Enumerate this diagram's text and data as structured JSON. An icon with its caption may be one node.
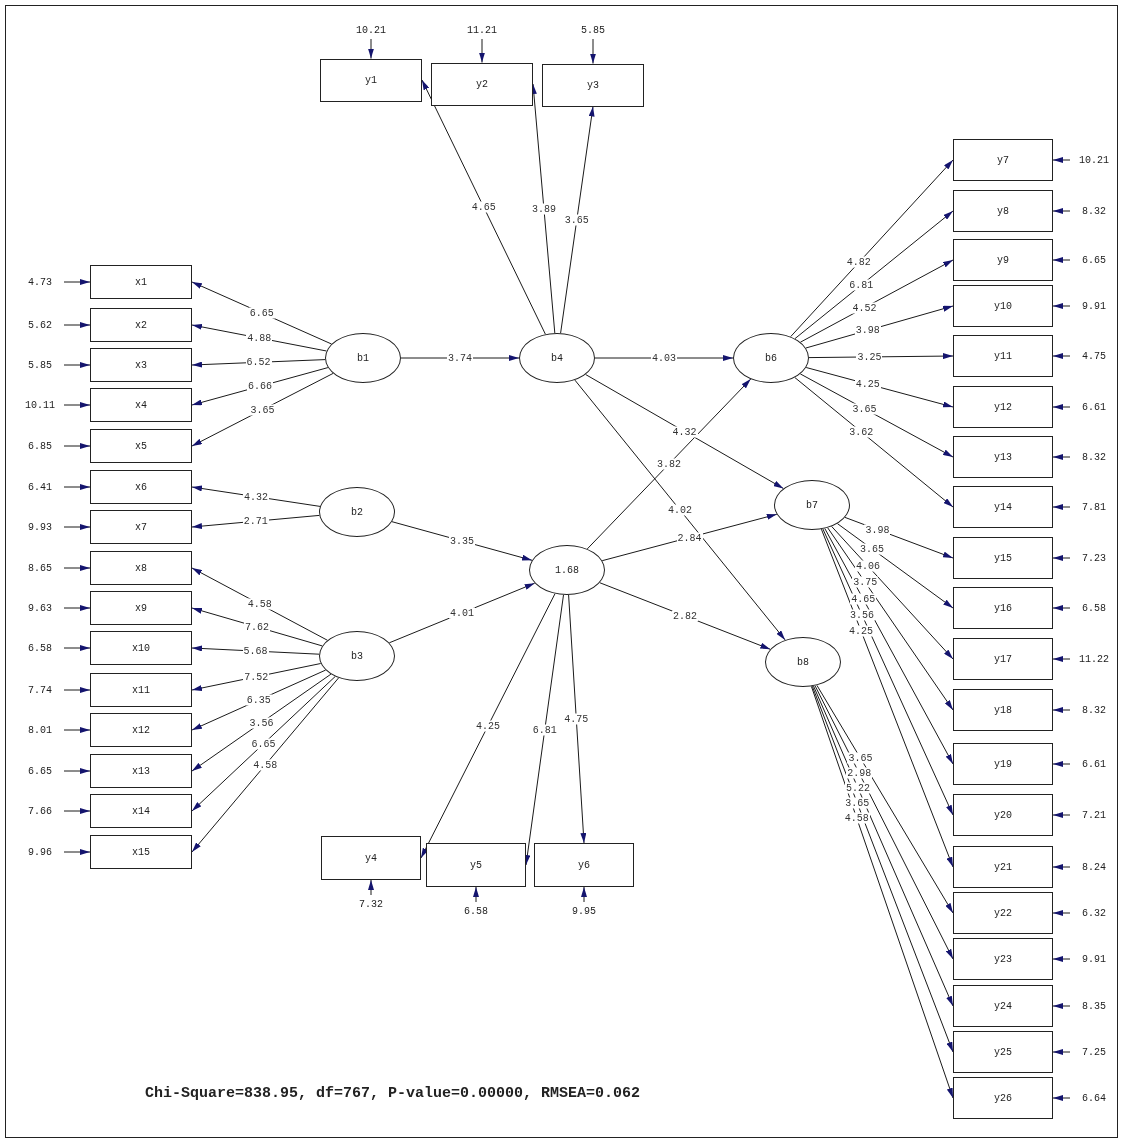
{
  "diagram": {
    "caption": "Chi-Square=838.95, df=767, P-value=0.00000, RMSEA=0.062",
    "nodes": [
      {
        "text": [
          "b1"
        ]
      },
      {
        "text": [
          "b2"
        ]
      },
      {
        "text": [
          "b3"
        ]
      },
      {
        "text": [
          "b4"
        ]
      },
      {
        "text": [
          "1.68"
        ]
      },
      {
        "text": [
          "b6"
        ]
      },
      {
        "text": [
          "b7"
        ]
      },
      {
        "text": [
          "b8"
        ]
      },
      {
        "text": [
          "x1"
        ]
      },
      {
        "text": [
          "x2"
        ]
      },
      {
        "text": [
          "x3"
        ]
      },
      {
        "text": [
          "x4"
        ]
      },
      {
        "text": [
          "x5"
        ]
      },
      {
        "text": [
          "x6"
        ]
      },
      {
        "text": [
          "x7"
        ]
      },
      {
        "text": [
          "x8"
        ]
      },
      {
        "text": [
          "x9"
        ]
      },
      {
        "text": [
          "x10"
        ]
      },
      {
        "text": [
          "x11"
        ]
      },
      {
        "text": [
          "x12"
        ]
      },
      {
        "text": [
          "x13"
        ]
      },
      {
        "text": [
          "x14"
        ]
      },
      {
        "text": [
          "x15"
        ]
      },
      {
        "text": [
          "y1"
        ]
      },
      {
        "text": [
          "y2"
        ]
      },
      {
        "text": [
          "y3"
        ]
      },
      {
        "text": [
          "y4"
        ]
      },
      {
        "text": [
          "y5"
        ]
      },
      {
        "text": [
          "y6"
        ]
      },
      {
        "text": [
          "y7"
        ]
      },
      {
        "text": [
          "y8"
        ]
      },
      {
        "text": [
          "y9"
        ]
      },
      {
        "text": [
          "y10"
        ]
      },
      {
        "text": [
          "y11"
        ]
      },
      {
        "text": [
          "y12"
        ]
      },
      {
        "text": [
          "y13"
        ]
      },
      {
        "text": [
          "y14"
        ]
      },
      {
        "text": [
          "y15"
        ]
      },
      {
        "text": [
          "y16"
        ]
      },
      {
        "text": [
          "y17"
        ]
      },
      {
        "text": [
          "y18"
        ]
      },
      {
        "text": [
          "y19"
        ]
      },
      {
        "text": [
          "y20"
        ]
      },
      {
        "text": [
          "y21"
        ]
      },
      {
        "text": [
          "y22"
        ]
      },
      {
        "text": [
          "y23"
        ]
      },
      {
        "text": [
          "y24"
        ]
      },
      {
        "text": [
          "y25"
        ]
      },
      {
        "text": [
          "y26"
        ]
      },
      {
        "text": [
          "4.73"
        ]
      },
      {
        "text": [
          "5.62"
        ]
      },
      {
        "text": [
          "5.85"
        ]
      },
      {
        "text": [
          "10.11"
        ]
      },
      {
        "text": [
          "6.85"
        ]
      },
      {
        "text": [
          "6.41"
        ]
      },
      {
        "text": [
          "9.93"
        ]
      },
      {
        "text": [
          "8.65"
        ]
      },
      {
        "text": [
          "9.63"
        ]
      },
      {
        "text": [
          "6.58"
        ]
      },
      {
        "text": [
          "7.74"
        ]
      },
      {
        "text": [
          "8.01"
        ]
      },
      {
        "text": [
          "6.65"
        ]
      },
      {
        "text": [
          "7.66"
        ]
      },
      {
        "text": [
          "9.96"
        ]
      },
      {
        "text": [
          "10.21"
        ]
      },
      {
        "text": [
          "11.21"
        ]
      },
      {
        "text": [
          "5.85"
        ]
      },
      {
        "text": [
          "7.32"
        ]
      },
      {
        "text": [
          "6.58"
        ]
      },
      {
        "text": [
          "9.95"
        ]
      },
      {
        "text": [
          "10.21"
        ]
      },
      {
        "text": [
          "8.32"
        ]
      },
      {
        "text": [
          "6.65"
        ]
      },
      {
        "text": [
          "9.91"
        ]
      },
      {
        "text": [
          "4.75"
        ]
      },
      {
        "text": [
          "6.61"
        ]
      },
      {
        "text": [
          "8.32"
        ]
      },
      {
        "text": [
          "7.81"
        ]
      },
      {
        "text": [
          "7.23"
        ]
      },
      {
        "text": [
          "6.58"
        ]
      },
      {
        "text": [
          "11.22"
        ]
      },
      {
        "text": [
          "8.32"
        ]
      },
      {
        "text": [
          "6.61"
        ]
      },
      {
        "text": [
          "7.21"
        ]
      },
      {
        "text": [
          "8.24"
        ]
      },
      {
        "text": [
          "6.32"
        ]
      },
      {
        "text": [
          "9.91"
        ]
      },
      {
        "text": [
          "8.35"
        ]
      },
      {
        "text": [
          "7.25"
        ]
      },
      {
        "text": [
          "6.64"
        ]
      }
    ],
    "edges": [
      {
        "from": 0,
        "to": 3,
        "arrow": "to",
        "label": "3.74"
      },
      {
        "from": 3,
        "to": 5,
        "arrow": "to",
        "label": "4.03"
      },
      {
        "from": 3,
        "to": 6,
        "arrow": "to",
        "label": "4.32"
      },
      {
        "from": 3,
        "to": 7,
        "arrow": "to",
        "label": "4.02"
      },
      {
        "from": 1,
        "to": 4,
        "arrow": "to",
        "label": "3.35"
      },
      {
        "from": 2,
        "to": 4,
        "arrow": "to",
        "label": "4.01"
      },
      {
        "from": 4,
        "to": 5,
        "arrow": "to",
        "label": "3.82"
      },
      {
        "from": 4,
        "to": 6,
        "arrow": "to",
        "label": "2.84"
      },
      {
        "from": 4,
        "to": 7,
        "arrow": "to",
        "label": "2.82"
      },
      {
        "from": 0,
        "to": 8,
        "arrow": "to",
        "label": "6.65"
      },
      {
        "from": 0,
        "to": 9,
        "arrow": "to",
        "label": "4.88"
      },
      {
        "from": 0,
        "to": 10,
        "arrow": "to",
        "label": "6.52"
      },
      {
        "from": 0,
        "to": 11,
        "arrow": "to",
        "label": "6.66"
      },
      {
        "from": 0,
        "to": 12,
        "arrow": "to",
        "label": "3.65"
      },
      {
        "from": 1,
        "to": 13,
        "arrow": "to",
        "label": "4.32"
      },
      {
        "from": 1,
        "to": 14,
        "arrow": "to",
        "label": "2.71"
      },
      {
        "from": 2,
        "to": 15,
        "arrow": "to",
        "label": "4.58"
      },
      {
        "from": 2,
        "to": 16,
        "arrow": "to",
        "label": "7.62"
      },
      {
        "from": 2,
        "to": 17,
        "arrow": "to",
        "label": "5.68"
      },
      {
        "from": 2,
        "to": 18,
        "arrow": "to",
        "label": "7.52"
      },
      {
        "from": 2,
        "to": 19,
        "arrow": "to",
        "label": "6.35"
      },
      {
        "from": 2,
        "to": 20,
        "arrow": "to",
        "label": "3.56"
      },
      {
        "from": 2,
        "to": 21,
        "arrow": "to",
        "label": "6.65"
      },
      {
        "from": 2,
        "to": 22,
        "arrow": "to",
        "label": "4.58"
      },
      {
        "from": 3,
        "to": 23,
        "arrow": "to",
        "label": "4.65"
      },
      {
        "from": 3,
        "to": 24,
        "arrow": "to",
        "label": "3.89"
      },
      {
        "from": 3,
        "to": 25,
        "arrow": "to",
        "label": "3.65"
      },
      {
        "from": 4,
        "to": 26,
        "arrow": "to",
        "label": "4.25"
      },
      {
        "from": 4,
        "to": 27,
        "arrow": "to",
        "label": "6.81"
      },
      {
        "from": 4,
        "to": 28,
        "arrow": "to",
        "label": "4.75"
      },
      {
        "from": 5,
        "to": 29,
        "arrow": "to",
        "label": "4.82"
      },
      {
        "from": 5,
        "to": 30,
        "arrow": "to",
        "label": "6.81"
      },
      {
        "from": 5,
        "to": 31,
        "arrow": "to",
        "label": "4.52"
      },
      {
        "from": 5,
        "to": 32,
        "arrow": "to",
        "label": "3.98"
      },
      {
        "from": 5,
        "to": 33,
        "arrow": "to",
        "label": "3.25"
      },
      {
        "from": 5,
        "to": 34,
        "arrow": "to",
        "label": "4.25"
      },
      {
        "from": 5,
        "to": 35,
        "arrow": "to",
        "label": "3.65"
      },
      {
        "from": 5,
        "to": 36,
        "arrow": "to",
        "label": "3.62"
      },
      {
        "from": 6,
        "to": 37,
        "arrow": "to",
        "label": "3.98"
      },
      {
        "from": 6,
        "to": 38,
        "arrow": "to",
        "label": "3.65"
      },
      {
        "from": 6,
        "to": 39,
        "arrow": "to",
        "label": "4.06"
      },
      {
        "from": 6,
        "to": 40,
        "arrow": "to",
        "label": "3.75"
      },
      {
        "from": 6,
        "to": 41,
        "arrow": "to",
        "label": "4.65"
      },
      {
        "from": 6,
        "to": 42,
        "arrow": "to",
        "label": "3.56"
      },
      {
        "from": 6,
        "to": 43,
        "arrow": "to",
        "label": "4.25"
      },
      {
        "from": 7,
        "to": 44,
        "arrow": "to",
        "label": "3.65"
      },
      {
        "from": 7,
        "to": 45,
        "arrow": "to",
        "label": "2.98"
      },
      {
        "from": 7,
        "to": 46,
        "arrow": "to",
        "label": "5.22"
      },
      {
        "from": 7,
        "to": 47,
        "arrow": "to",
        "label": "3.65"
      },
      {
        "from": 7,
        "to": 48,
        "arrow": "to",
        "label": "4.58"
      },
      {
        "from": 49,
        "to": 8,
        "arrow": "to"
      },
      {
        "from": 50,
        "to": 9,
        "arrow": "to"
      },
      {
        "from": 51,
        "to": 10,
        "arrow": "to"
      },
      {
        "from": 52,
        "to": 11,
        "arrow": "to"
      },
      {
        "from": 53,
        "to": 12,
        "arrow": "to"
      },
      {
        "from": 54,
        "to": 13,
        "arrow": "to"
      },
      {
        "from": 55,
        "to": 14,
        "arrow": "to"
      },
      {
        "from": 56,
        "to": 15,
        "arrow": "to"
      },
      {
        "from": 57,
        "to": 16,
        "arrow": "to"
      },
      {
        "from": 58,
        "to": 17,
        "arrow": "to"
      },
      {
        "from": 59,
        "to": 18,
        "arrow": "to"
      },
      {
        "from": 60,
        "to": 19,
        "arrow": "to"
      },
      {
        "from": 61,
        "to": 20,
        "arrow": "to"
      },
      {
        "from": 62,
        "to": 21,
        "arrow": "to"
      },
      {
        "from": 63,
        "to": 22,
        "arrow": "to"
      },
      {
        "from": 64,
        "to": 23,
        "arrow": "to"
      },
      {
        "from": 65,
        "to": 24,
        "arrow": "to"
      },
      {
        "from": 66,
        "to": 25,
        "arrow": "to"
      },
      {
        "from": 67,
        "to": 26,
        "arrow": "to"
      },
      {
        "from": 68,
        "to": 27,
        "arrow": "to"
      },
      {
        "from": 69,
        "to": 28,
        "arrow": "to"
      },
      {
        "from": 70,
        "to": 29,
        "arrow": "to"
      },
      {
        "from": 71,
        "to": 30,
        "arrow": "to"
      },
      {
        "from": 72,
        "to": 31,
        "arrow": "to"
      },
      {
        "from": 73,
        "to": 32,
        "arrow": "to"
      },
      {
        "from": 74,
        "to": 33,
        "arrow": "to"
      },
      {
        "from": 75,
        "to": 34,
        "arrow": "to"
      },
      {
        "from": 76,
        "to": 35,
        "arrow": "to"
      },
      {
        "from": 77,
        "to": 36,
        "arrow": "to"
      },
      {
        "from": 78,
        "to": 37,
        "arrow": "to"
      },
      {
        "from": 79,
        "to": 38,
        "arrow": "to"
      },
      {
        "from": 80,
        "to": 39,
        "arrow": "to"
      },
      {
        "from": 81,
        "to": 40,
        "arrow": "to"
      },
      {
        "from": 82,
        "to": 41,
        "arrow": "to"
      },
      {
        "from": 83,
        "to": 42,
        "arrow": "to"
      },
      {
        "from": 84,
        "to": 43,
        "arrow": "to"
      },
      {
        "from": 85,
        "to": 44,
        "arrow": "to"
      },
      {
        "from": 86,
        "to": 45,
        "arrow": "to"
      },
      {
        "from": 87,
        "to": 46,
        "arrow": "to"
      },
      {
        "from": 88,
        "to": 47,
        "arrow": "to"
      },
      {
        "from": 89,
        "to": 48,
        "arrow": "to"
      }
    ]
  }
}
